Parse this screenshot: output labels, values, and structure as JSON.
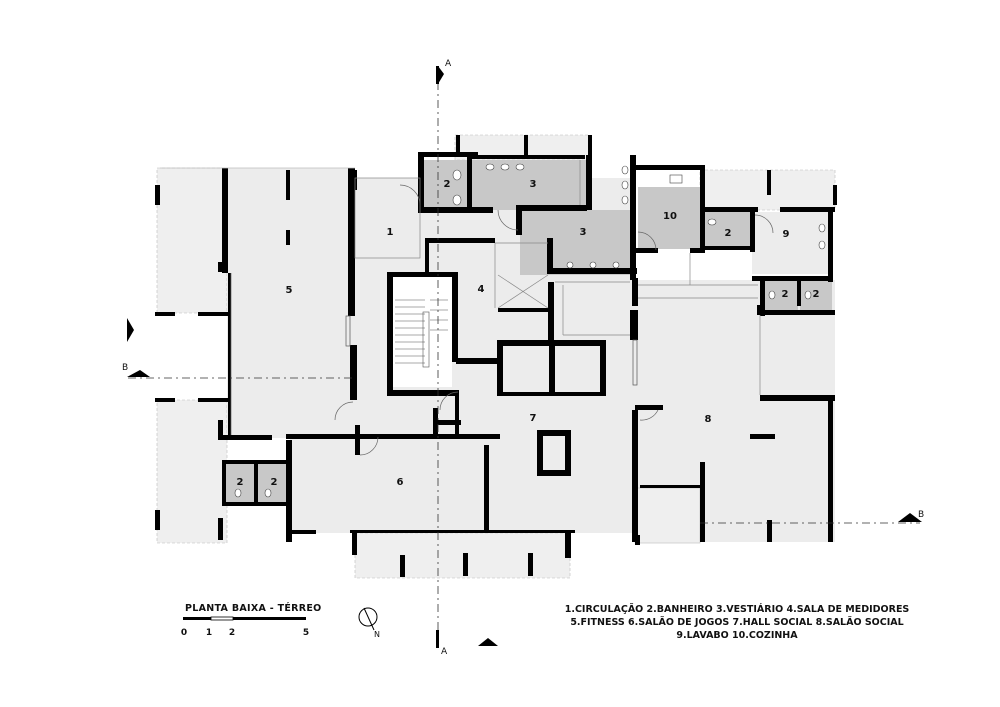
{
  "drawing": {
    "title": "PLANTA BAIXA - TÉRREO",
    "scale_ticks": [
      "0",
      "1",
      "2",
      "5"
    ],
    "north_label": "N",
    "section_labels": {
      "a_top": "A",
      "a_bottom": "A",
      "b_left": "B",
      "b_right": "B"
    }
  },
  "rooms": {
    "r1": "1",
    "r2_top": "2",
    "r3_top": "3",
    "r3_mid": "3",
    "r10": "10",
    "r2_right": "2",
    "r9": "9",
    "r2_right_a": "2",
    "r2_right_b": "2",
    "r4": "4",
    "r5": "5",
    "r7": "7",
    "r8": "8",
    "r6": "6",
    "r2_left_a": "2",
    "r2_left_b": "2"
  },
  "legend": {
    "line1": "1.CIRCULAÇÃO  2.BANHEIRO  3.VESTIÁRIO  4.SALA DE MEDIDORES",
    "line2": "5.FITNESS  6.SALÃO DE JOGOS  7.HALL SOCIAL  8.SALÃO SOCIAL",
    "line3": "9.LAVABO  10.COZINHA"
  },
  "colors": {
    "wall": "#000000",
    "floor": "#ececec",
    "wet_area": "#c8c8c8",
    "background": "#ffffff"
  }
}
